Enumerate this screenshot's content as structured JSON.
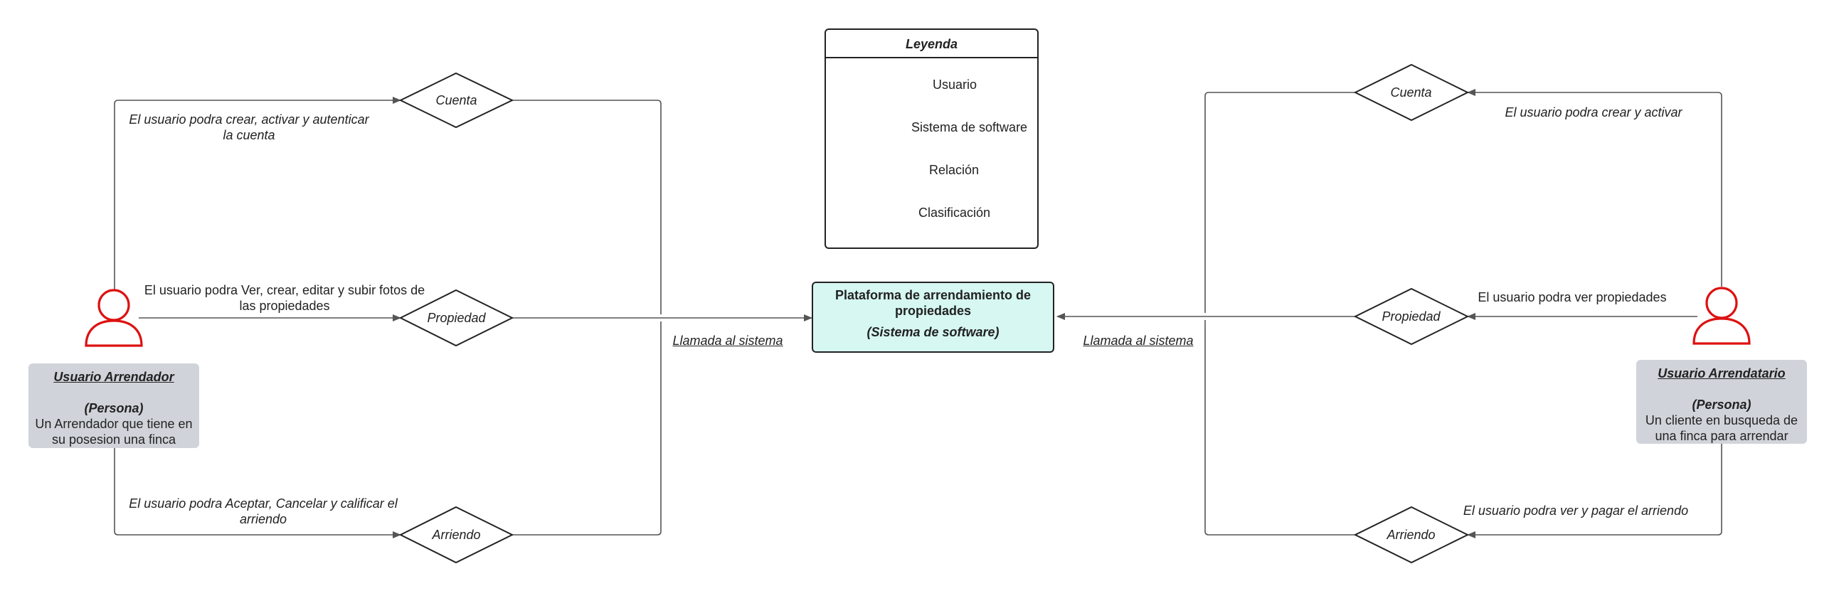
{
  "colors": {
    "person_stroke": "#dd1111",
    "person_card_fill": "#d0d4da",
    "system_fill": "#d6f7f2",
    "line": "#555555"
  },
  "left_actor": {
    "icon": "person-icon",
    "title": "Usuario Arrendador",
    "type": "(Persona)",
    "description_line1": "Un Arrendador que tiene en",
    "description_line2": "su posesion una finca"
  },
  "right_actor": {
    "icon": "person-icon",
    "title": "Usuario Arrendatario",
    "type": "(Persona)",
    "description_line1": "Un cliente en busqueda de",
    "description_line2": "una finca para arrendar"
  },
  "system": {
    "name_line1": "Plataforma de arrendamiento de",
    "name_line2": "propiedades",
    "kind": "(Sistema de software)"
  },
  "left_flows": {
    "cuenta": {
      "node": "Cuenta",
      "label_line1": "El usuario podra crear, activar y autenticar",
      "label_line2": "la cuenta"
    },
    "propiedad": {
      "node": "Propiedad",
      "label_line1": "El usuario podra Ver, crear, editar y subir fotos de",
      "label_line2": "las propiedades"
    },
    "arriendo": {
      "node": "Arriendo",
      "label_line1": "El usuario podra Aceptar, Cancelar y calificar el",
      "label_line2": "arriendo"
    },
    "call_label": "Llamada al sistema"
  },
  "right_flows": {
    "cuenta": {
      "node": "Cuenta",
      "label": "El usuario podra crear y activar"
    },
    "propiedad": {
      "node": "Propiedad",
      "label": "El usuario podra ver propiedades"
    },
    "arriendo": {
      "node": "Arriendo",
      "label": "El usuario podra ver y pagar el arriendo"
    },
    "call_label": "Llamada al sistema"
  },
  "legend": {
    "title": "Leyenda",
    "items": [
      {
        "icon": "person-icon",
        "label": "Usuario"
      },
      {
        "icon": "software-system-swatch",
        "label": "Sistema de software"
      },
      {
        "icon": "arrow-icon",
        "label": "Relación"
      },
      {
        "icon": "diamond-icon",
        "label": "Clasificación"
      }
    ]
  }
}
